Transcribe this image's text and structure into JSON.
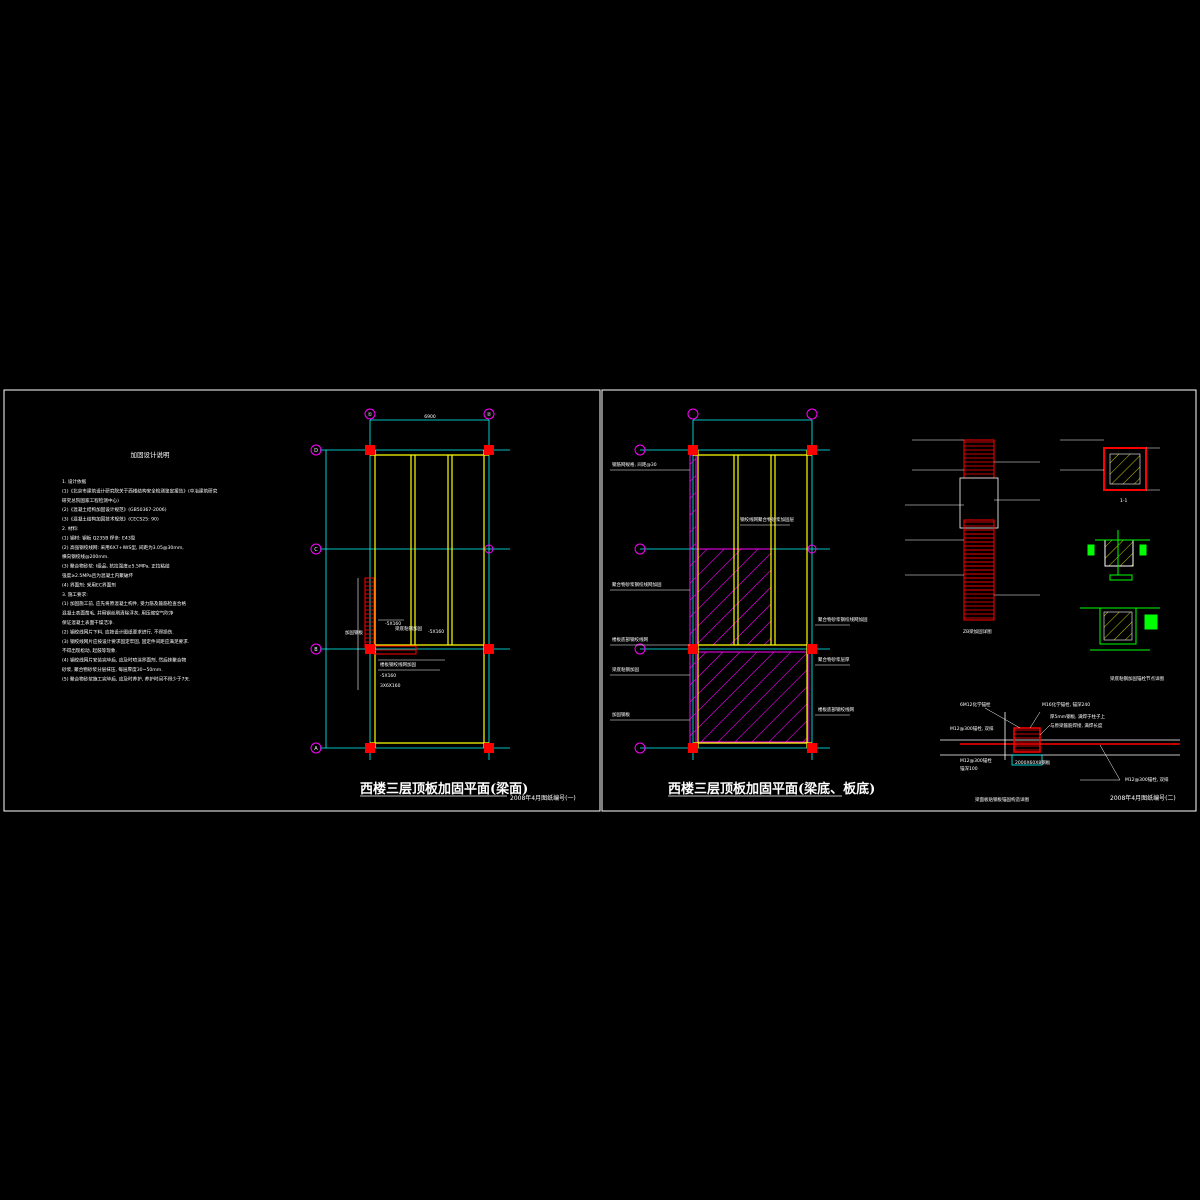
{
  "sheet1": {
    "notes_title": "加固设计说明",
    "notes_lines": [
      "1. 设计依据",
      "(1)《北京市建筑设计研究院关于西楼结构安全检测鉴定报告》(中冶建筑研究",
      "     研究总院国家工程检测中心)",
      "(2)《混凝土结构加固设计规范》(GB50367-2006)",
      "(3)《混凝土结构加固技术规范》(CECS25: 90)",
      "2. 材料:",
      "(1) 钢材: 钢板 Q235B    焊条: E43型",
      "(2) 高强钢绞线网: 采用6X7+IWS型, 间距为3.05@30mm,",
      "     横向钢绞线@200mm.",
      "(3) 聚合物砂浆: I级品, 抗拉强度≥5.5MPa, 正拉粘结",
      "     强度≥2.5MPa且为混凝土内聚破坏",
      "(4) 界面剂: 采用EC界面剂",
      "3. 施工要求:",
      "(1) 加固施工前, 应先将原混凝土构件, 受力筋及箍筋检查合格",
      "     混凝土表面凿毛, 并用钢丝刷清除浮灰, 用压缩空气吹净",
      "     保证混凝土表面干燥洁净.",
      "(2) 钢绞线网片下料, 应按设计图纸要求进行, 不得损伤.",
      "(3) 钢绞线网片应按设计要求固定牢固, 固定件间距应满足要求.",
      "     不得出现松动, 起鼓等现象.",
      "(4) 钢绞线网片安装完毕后, 应及时喷涂界面剂, 然后抹聚合物",
      "     砂浆, 聚合物砂浆分层抹压, 每层厚度30~50mm.",
      "(5) 聚合物砂浆施工完毕后, 应及时养护, 养护时间不得少于7天."
    ],
    "plan_title": "西楼三层顶板加固平面(梁面)",
    "date_note": "2008年4月图纸编号(一)",
    "axis_cols": [
      "①",
      "②"
    ],
    "axis_rows": [
      "D",
      "C",
      "B",
      "A"
    ],
    "dim_top": "6900",
    "labels": {
      "l1": "加固钢板",
      "l2": "-5X160",
      "l3": "梁底粘钢加固",
      "l4": "-5X160",
      "l5": "楼板钢绞线网加固",
      "l6": "3X6X160",
      "l7": "-5X160"
    }
  },
  "sheet2": {
    "plan_title": "西楼三层顶板加固平面(梁底、板底)",
    "date_note": "2008年4月图纸编号(二)",
    "detail1_title": "ZB梁加固详图",
    "detail2_title": "1-1",
    "detail3_title": "梁面板贴钢板锚固构造详图",
    "detail4_title": "梁底粘钢加固锚栓节点详图",
    "labels": {
      "a1": "钢筋网规格, 间距@30",
      "a2": "聚合物砂浆钢绞线网加固",
      "a3": "楼板底部钢绞线网",
      "a4": "梁底粘钢加固",
      "a5": "加固钢板",
      "a6": "钢绞线网聚合物砂浆加固层",
      "a7": "聚合物砂浆钢绞线网加固",
      "a8": "聚合物砂浆层厚",
      "a9": "楼板底部钢绞线网",
      "d1": "6M12化学锚栓",
      "d2": "M16化学锚栓, 锚深240",
      "d3": "M12@300锚栓, 双排",
      "d4": "厚5mm钢板, 满焊于柱子上",
      "d5": "与原梁箍筋焊接, 满焊长度",
      "d6": "M12@300锚栓",
      "d7": "锚深100",
      "d8": "M12@300锚栓, 双排",
      "d9": "2000X60X8钢板"
    }
  },
  "colors": {
    "background": "#000000",
    "frame": "#ffffff",
    "axis_line": "#00ffff",
    "column": "#ff0000",
    "beam": "#ffff00",
    "hatch": "#ff00ff",
    "text": "#ffffff",
    "green": "#00ff00"
  }
}
